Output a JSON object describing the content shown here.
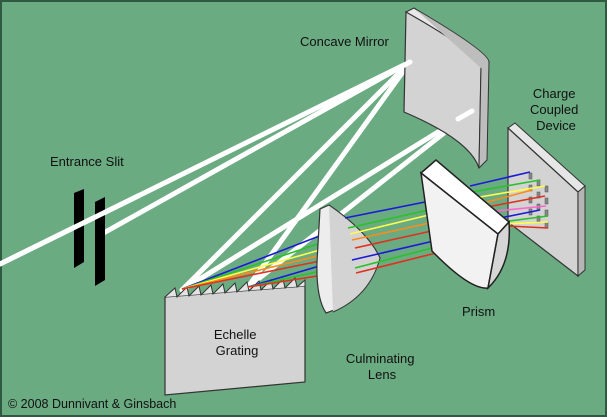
{
  "labels": {
    "concave_mirror": "Concave Mirror",
    "entrance_slit": "Entrance Slit",
    "ccd": [
      "Charge",
      "Coupled",
      "Device"
    ],
    "echelle_grating": [
      "Echelle",
      "Grating"
    ],
    "culminating_lens": [
      "Culminating",
      "Lens"
    ],
    "prism": "Prism"
  },
  "copyright": "© 2008 Dunnivant & Ginsbach",
  "colors": {
    "background": "#6bab82",
    "frame": "#2f5a3f",
    "component_fill": "#d3d3d3",
    "beam": "#ffffff"
  },
  "spectrum_colors": [
    "#1b1bd6",
    "#29c229",
    "#ffff4a",
    "#ff8a1a",
    "#e0301e",
    "#ff66cc"
  ]
}
